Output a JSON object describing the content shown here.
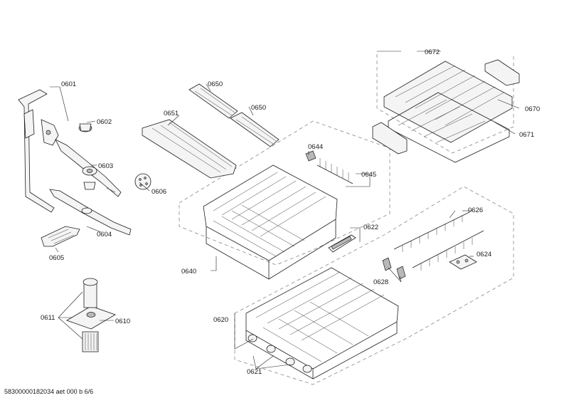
{
  "diagram": {
    "labels": {
      "p0601": "0601",
      "p0602": "0602",
      "p0603": "0603",
      "p0604": "0604",
      "p0605": "0605",
      "p0606": "0606",
      "p0610": "0610",
      "p0611": "0611",
      "p0620": "0620",
      "p0621": "0621",
      "p0622": "0622",
      "p0624": "0624",
      "p0626": "0626",
      "p0628": "0628",
      "p0640": "0640",
      "p0644": "0644",
      "p0645": "0645",
      "p0650a": "0650",
      "p0650b": "0650",
      "p0651": "0651",
      "p0670": "0670",
      "p0671": "0671",
      "p0672": "0672"
    },
    "footer": "58300000182034 aet 000 b 6/6"
  }
}
